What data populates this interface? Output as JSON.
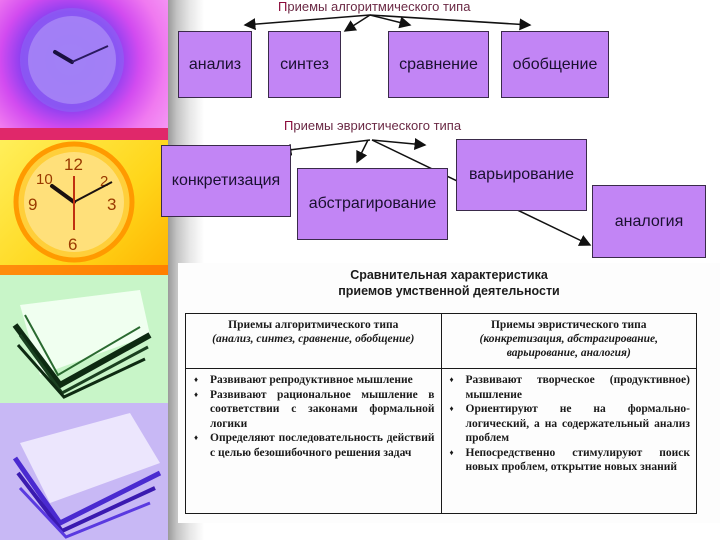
{
  "algorithmic": {
    "heading_first": "П",
    "heading_rest": "риемы алгоритмического типа",
    "boxes": [
      "анализ",
      "синтез",
      "сравнение",
      "обобщение"
    ]
  },
  "heuristic": {
    "heading_first": "П",
    "heading_rest": "риемы эвристического типа",
    "boxes": [
      "конкретизация",
      "абстрагирование",
      "варьирование",
      "аналогия"
    ]
  },
  "comparison": {
    "title_line1": "Сравнительная характеристика",
    "title_line2": "приемов умственной деятельности",
    "columns": [
      {
        "header": "Приемы алгоритмического типа",
        "subheader": "(анализ, синтез, сравнение, обобщение)",
        "items": [
          "Развивают репродуктивное мышление",
          "Развивают рациональное мышление в соответствии с законами формальной логики",
          "Определяют последовательность действий с целью безошибочного решения задач"
        ]
      },
      {
        "header": "Приемы эвристического типа",
        "subheader": "(конкретизация, абстрагирование, варьирование, аналогия)",
        "items": [
          "Развивают творческое (продуктивное) мышление",
          "Ориентируют не на формально-логический, а на содержательный анализ проблем",
          "Непосредственно стимулируют поиск новых проблем, открытие новых знаний"
        ]
      }
    ]
  },
  "colors": {
    "box_fill": "#c285f5",
    "heading_text": "#6b2a45"
  }
}
